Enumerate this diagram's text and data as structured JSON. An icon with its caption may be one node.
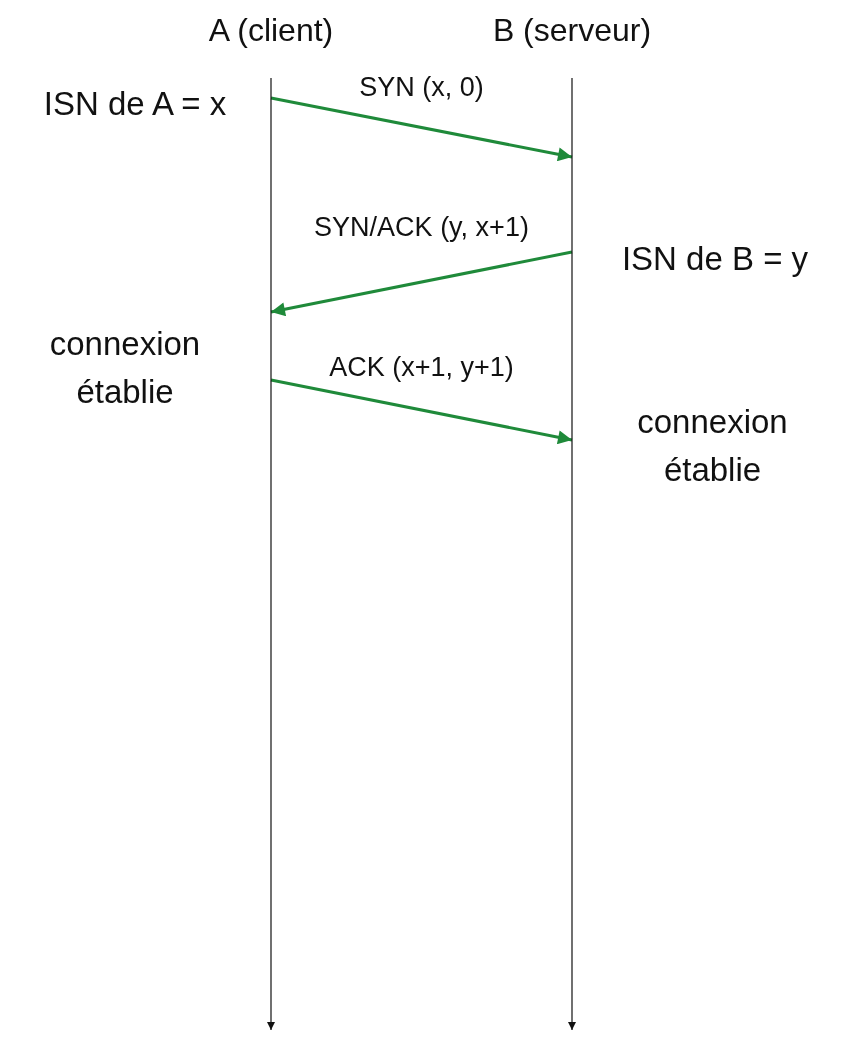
{
  "diagram": {
    "nodes": [
      {
        "text": [
          "A (client)"
        ]
      },
      {
        "text": [
          "B (serveur)"
        ]
      }
    ],
    "edges": [
      {
        "from": 0,
        "to": 1,
        "arrow": "to",
        "label": "SYN (x, 0)",
        "color": "#1f8a3a"
      },
      {
        "from": 1,
        "to": 0,
        "arrow": "to",
        "label": "SYN/ACK (y, x+1)",
        "color": "#1f8a3a"
      },
      {
        "from": 0,
        "to": 1,
        "arrow": "to",
        "label": "ACK (x+1, y+1)",
        "color": "#1f8a3a"
      }
    ],
    "labels": [
      "ISN de A = x",
      "ISN de B = y",
      "connexion établie",
      "connexion établie"
    ]
  }
}
